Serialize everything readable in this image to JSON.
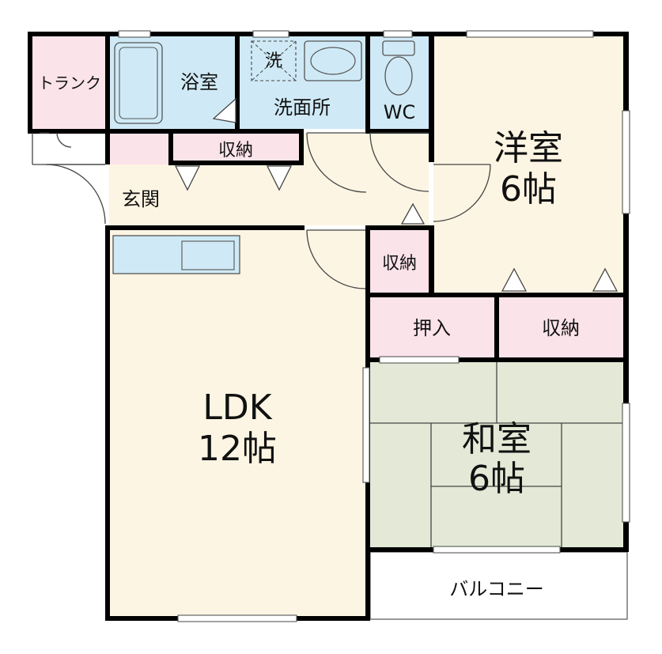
{
  "rooms": {
    "trunk": "トランク",
    "bathroom": "浴室",
    "washer": "洗",
    "washroom": "洗面所",
    "wc": "WC",
    "western_name": "洋室",
    "western_size": "6帖",
    "storage_hall": "収納",
    "entrance": "玄関",
    "storage_small": "収納",
    "closet": "押入",
    "storage_right": "収納",
    "ldk_name": "LDK",
    "ldk_size": "12帖",
    "japanese_name": "和室",
    "japanese_size": "6帖",
    "balcony": "バルコニー"
  },
  "colors": {
    "wet_area": "#cfeaf6",
    "storage": "#fbe3ea",
    "living": "#fdf5e3",
    "tatami": "#e3e9d6",
    "wall": "#000000"
  }
}
